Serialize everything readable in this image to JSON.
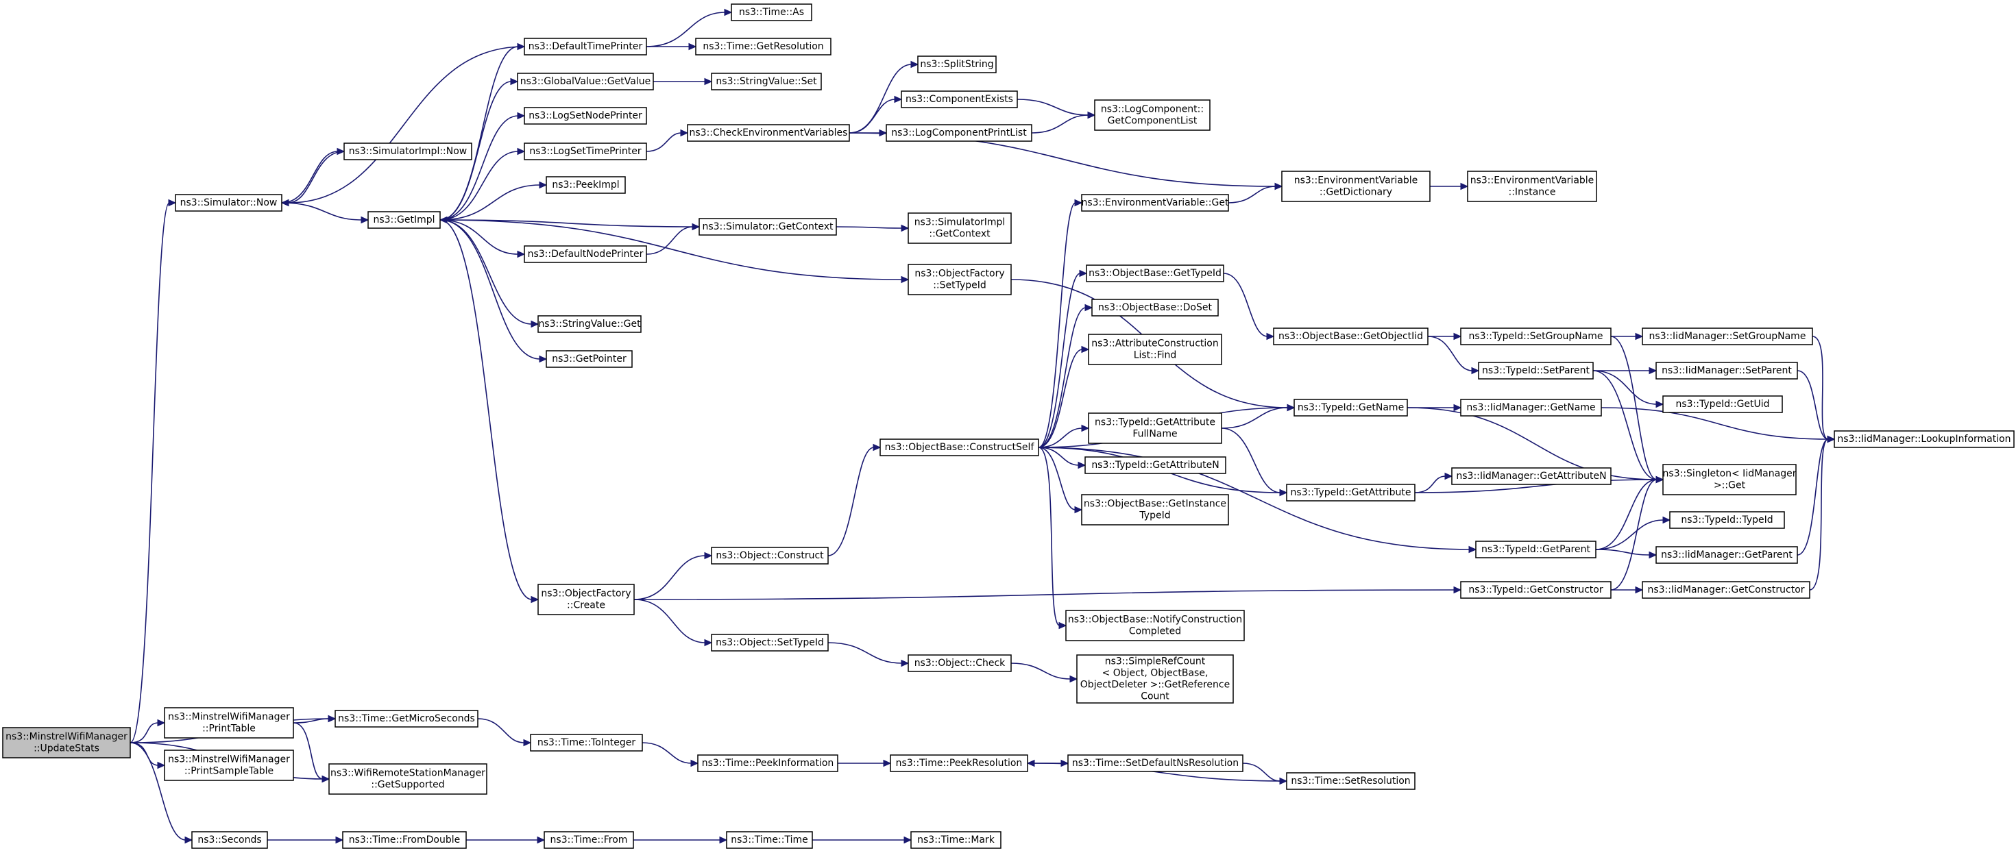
{
  "diagram": {
    "type": "call-graph",
    "colors": {
      "edge": "#191970",
      "root_fill": "#bfbfbf",
      "node_fill": "#ffffff",
      "node_border": "#000000"
    },
    "nodes": [
      {
        "id": "root",
        "lines": [
          "ns3::MinstrelWifiManager",
          "::UpdateStats"
        ],
        "root": true
      },
      {
        "id": "simnow",
        "lines": [
          "ns3::Simulator::Now"
        ]
      },
      {
        "id": "printtable",
        "lines": [
          "ns3::MinstrelWifiManager",
          "::PrintTable"
        ]
      },
      {
        "id": "printsample",
        "lines": [
          "ns3::MinstrelWifiManager",
          "::PrintSampleTable"
        ]
      },
      {
        "id": "seconds",
        "lines": [
          "ns3::Seconds"
        ]
      },
      {
        "id": "simimplnow",
        "lines": [
          "ns3::SimulatorImpl::Now"
        ]
      },
      {
        "id": "getimpl",
        "lines": [
          "ns3::GetImpl"
        ]
      },
      {
        "id": "defaulttimeprinter",
        "lines": [
          "ns3::DefaultTimePrinter"
        ]
      },
      {
        "id": "globalgetvalue",
        "lines": [
          "ns3::GlobalValue::GetValue"
        ]
      },
      {
        "id": "logsetnodeprinter",
        "lines": [
          "ns3::LogSetNodePrinter"
        ]
      },
      {
        "id": "logsettimeprinter",
        "lines": [
          "ns3::LogSetTimePrinter"
        ]
      },
      {
        "id": "peekimpl",
        "lines": [
          "ns3::PeekImpl"
        ]
      },
      {
        "id": "defaultnodeprinter",
        "lines": [
          "ns3::DefaultNodePrinter"
        ]
      },
      {
        "id": "stringvalueget",
        "lines": [
          "ns3::StringValue::Get"
        ]
      },
      {
        "id": "getpointer",
        "lines": [
          "ns3::GetPointer"
        ]
      },
      {
        "id": "ofcreate",
        "lines": [
          "ns3::ObjectFactory",
          "::Create"
        ]
      },
      {
        "id": "getmicro",
        "lines": [
          "ns3::Time::GetMicroSeconds"
        ]
      },
      {
        "id": "getsupported",
        "lines": [
          "ns3::WifiRemoteStationManager",
          "::GetSupported"
        ]
      },
      {
        "id": "timeas",
        "lines": [
          "ns3::Time::As"
        ]
      },
      {
        "id": "timegetres",
        "lines": [
          "ns3::Time::GetResolution"
        ]
      },
      {
        "id": "stringvalueset",
        "lines": [
          "ns3::StringValue::Set"
        ]
      },
      {
        "id": "checkenv",
        "lines": [
          "ns3::CheckEnvironmentVariables"
        ]
      },
      {
        "id": "simgetcontext",
        "lines": [
          "ns3::Simulator::GetContext"
        ]
      },
      {
        "id": "ofsettypeid",
        "lines": [
          "ns3::ObjectFactory",
          "::SetTypeId"
        ]
      },
      {
        "id": "objconstruct",
        "lines": [
          "ns3::Object::Construct"
        ]
      },
      {
        "id": "objsettypeid",
        "lines": [
          "ns3::Object::SetTypeId"
        ]
      },
      {
        "id": "toint",
        "lines": [
          "ns3::Time::ToInteger"
        ]
      },
      {
        "id": "fromdouble",
        "lines": [
          "ns3::Time::FromDouble"
        ]
      },
      {
        "id": "splitstring",
        "lines": [
          "ns3::SplitString"
        ]
      },
      {
        "id": "compexists",
        "lines": [
          "ns3::ComponentExists"
        ]
      },
      {
        "id": "logcompprint",
        "lines": [
          "ns3::LogComponentPrintList"
        ]
      },
      {
        "id": "simimplgetcontext",
        "lines": [
          "ns3::SimulatorImpl",
          "::GetContext"
        ]
      },
      {
        "id": "constructself",
        "lines": [
          "ns3::ObjectBase::ConstructSelf"
        ]
      },
      {
        "id": "objcheck",
        "lines": [
          "ns3::Object::Check"
        ]
      },
      {
        "id": "peekinfo",
        "lines": [
          "ns3::Time::PeekInformation"
        ]
      },
      {
        "id": "timefrom",
        "lines": [
          "ns3::Time::From"
        ]
      },
      {
        "id": "timetime",
        "lines": [
          "ns3::Time::Time"
        ]
      },
      {
        "id": "timemark",
        "lines": [
          "ns3::Time::Mark"
        ]
      },
      {
        "id": "peekres",
        "lines": [
          "ns3::Time::PeekResolution"
        ]
      },
      {
        "id": "getcomplist",
        "lines": [
          "ns3::LogComponent::",
          "GetComponentList"
        ]
      },
      {
        "id": "envget",
        "lines": [
          "ns3::EnvironmentVariable::Get"
        ]
      },
      {
        "id": "envgetdict",
        "lines": [
          "ns3::EnvironmentVariable",
          "::GetDictionary"
        ]
      },
      {
        "id": "envinstance",
        "lines": [
          "ns3::EnvironmentVariable",
          "::Instance"
        ]
      },
      {
        "id": "obgettypeid",
        "lines": [
          "ns3::ObjectBase::GetTypeId"
        ]
      },
      {
        "id": "obdoset",
        "lines": [
          "ns3::ObjectBase::DoSet"
        ]
      },
      {
        "id": "attrfind",
        "lines": [
          "ns3::AttributeConstruction",
          "List::Find"
        ]
      },
      {
        "id": "tidgetattrfull",
        "lines": [
          "ns3::TypeId::GetAttribute",
          "FullName"
        ]
      },
      {
        "id": "tidgetattrn",
        "lines": [
          "ns3::TypeId::GetAttributeN"
        ]
      },
      {
        "id": "obgetinstance",
        "lines": [
          "ns3::ObjectBase::GetInstance",
          "TypeId"
        ]
      },
      {
        "id": "obnotify",
        "lines": [
          "ns3::ObjectBase::NotifyConstruction",
          "Completed"
        ]
      },
      {
        "id": "simplerefcount",
        "lines": [
          "ns3::SimpleRefCount",
          "< Object, ObjectBase,",
          "ObjectDeleter >::GetReference",
          "Count"
        ]
      },
      {
        "id": "setdefaultres",
        "lines": [
          "ns3::Time::SetDefaultNsResolution"
        ]
      },
      {
        "id": "setres",
        "lines": [
          "ns3::Time::SetResolution"
        ]
      },
      {
        "id": "obgetobjtid",
        "lines": [
          "ns3::ObjectBase::GetObjectIid"
        ]
      },
      {
        "id": "tidgetname",
        "lines": [
          "ns3::TypeId::GetName"
        ]
      },
      {
        "id": "tidgetattr",
        "lines": [
          "ns3::TypeId::GetAttribute"
        ]
      },
      {
        "id": "tidgetparent",
        "lines": [
          "ns3::TypeId::GetParent"
        ]
      },
      {
        "id": "tidgetconstructor",
        "lines": [
          "ns3::TypeId::GetConstructor"
        ]
      },
      {
        "id": "tidsetgroupname",
        "lines": [
          "ns3::TypeId::SetGroupName"
        ]
      },
      {
        "id": "tidsetparent",
        "lines": [
          "ns3::TypeId::SetParent"
        ]
      },
      {
        "id": "iidgetname",
        "lines": [
          "ns3::IidManager::GetName"
        ]
      },
      {
        "id": "iidgetattrn",
        "lines": [
          "ns3::IidManager::GetAttributeN"
        ]
      },
      {
        "id": "singletonget",
        "lines": [
          "ns3::Singleton< IidManager",
          ">::Get"
        ]
      },
      {
        "id": "tidtypeid",
        "lines": [
          "ns3::TypeId::TypeId"
        ]
      },
      {
        "id": "iidgetparent",
        "lines": [
          "ns3::IidManager::GetParent"
        ]
      },
      {
        "id": "iidgetconstructor",
        "lines": [
          "ns3::IidManager::GetConstructor"
        ]
      },
      {
        "id": "iidsetgroupname",
        "lines": [
          "ns3::IidManager::SetGroupName"
        ]
      },
      {
        "id": "iidsetparent",
        "lines": [
          "ns3::IidManager::SetParent"
        ]
      },
      {
        "id": "tidgetuid",
        "lines": [
          "ns3::TypeId::GetUid"
        ]
      },
      {
        "id": "iidlookup",
        "lines": [
          "ns3::IidManager::LookupInformation"
        ]
      }
    ],
    "edges": [
      [
        "root",
        "simnow"
      ],
      [
        "root",
        "printtable"
      ],
      [
        "root",
        "getmicro"
      ],
      [
        "root",
        "printsample"
      ],
      [
        "root",
        "getsupported"
      ],
      [
        "root",
        "seconds"
      ],
      [
        "simnow",
        "simimplnow"
      ],
      [
        "simnow",
        "getimpl"
      ],
      [
        "simimplnow",
        "simnow"
      ],
      [
        "getimpl",
        "defaulttimeprinter"
      ],
      [
        "getimpl",
        "globalgetvalue"
      ],
      [
        "getimpl",
        "logsetnodeprinter"
      ],
      [
        "getimpl",
        "logsettimeprinter"
      ],
      [
        "getimpl",
        "peekimpl"
      ],
      [
        "getimpl",
        "defaultnodeprinter"
      ],
      [
        "getimpl",
        "stringvalueget"
      ],
      [
        "getimpl",
        "getpointer"
      ],
      [
        "getimpl",
        "ofsettypeid"
      ],
      [
        "getimpl",
        "ofcreate"
      ],
      [
        "defaulttimeprinter",
        "simnow"
      ],
      [
        "defaulttimeprinter",
        "timeas"
      ],
      [
        "defaulttimeprinter",
        "timegetres"
      ],
      [
        "globalgetvalue",
        "stringvalueset"
      ],
      [
        "logsettimeprinter",
        "checkenv"
      ],
      [
        "defaultnodeprinter",
        "simgetcontext"
      ],
      [
        "simgetcontext",
        "getimpl"
      ],
      [
        "simgetcontext",
        "simimplgetcontext"
      ],
      [
        "checkenv",
        "splitstring"
      ],
      [
        "checkenv",
        "compexists"
      ],
      [
        "checkenv",
        "logcompprint"
      ],
      [
        "checkenv",
        "envgetdict"
      ],
      [
        "compexists",
        "getcomplist"
      ],
      [
        "logcompprint",
        "getcomplist"
      ],
      [
        "ofsettypeid",
        "tidgetname"
      ],
      [
        "ofcreate",
        "objconstruct"
      ],
      [
        "ofcreate",
        "objsettypeid"
      ],
      [
        "ofcreate",
        "tidgetconstructor"
      ],
      [
        "objconstruct",
        "constructself"
      ],
      [
        "objsettypeid",
        "objcheck"
      ],
      [
        "objcheck",
        "simplerefcount"
      ],
      [
        "printtable",
        "getmicro"
      ],
      [
        "printtable",
        "getsupported"
      ],
      [
        "getmicro",
        "toint"
      ],
      [
        "toint",
        "peekinfo"
      ],
      [
        "peekinfo",
        "peekres"
      ],
      [
        "peekres",
        "setdefaultres"
      ],
      [
        "setdefaultres",
        "setres"
      ],
      [
        "setres",
        "peekres"
      ],
      [
        "seconds",
        "fromdouble"
      ],
      [
        "fromdouble",
        "timefrom"
      ],
      [
        "timefrom",
        "timetime"
      ],
      [
        "timetime",
        "timemark"
      ],
      [
        "envget",
        "envgetdict"
      ],
      [
        "envgetdict",
        "envinstance"
      ],
      [
        "constructself",
        "envget"
      ],
      [
        "constructself",
        "obgettypeid"
      ],
      [
        "constructself",
        "obdoset"
      ],
      [
        "constructself",
        "attrfind"
      ],
      [
        "constructself",
        "tidgetname"
      ],
      [
        "constructself",
        "tidgetattrfull"
      ],
      [
        "constructself",
        "tidgetattrn"
      ],
      [
        "constructself",
        "obgetinstance"
      ],
      [
        "constructself",
        "tidgetattr"
      ],
      [
        "constructself",
        "tidgetparent"
      ],
      [
        "constructself",
        "obnotify"
      ],
      [
        "obgettypeid",
        "obgetobjtid"
      ],
      [
        "obgetobjtid",
        "tidsetgroupname"
      ],
      [
        "obgetobjtid",
        "tidsetparent"
      ],
      [
        "tidgetattrfull",
        "tidgetname"
      ],
      [
        "tidgetattrfull",
        "tidgetattr"
      ],
      [
        "tidgetname",
        "iidgetname"
      ],
      [
        "tidgetname",
        "singletonget"
      ],
      [
        "tidgetattr",
        "iidgetattrn"
      ],
      [
        "tidgetattr",
        "singletonget"
      ],
      [
        "tidgetparent",
        "singletonget"
      ],
      [
        "tidgetparent",
        "tidtypeid"
      ],
      [
        "tidgetparent",
        "iidgetparent"
      ],
      [
        "tidgetconstructor",
        "singletonget"
      ],
      [
        "tidgetconstructor",
        "iidgetconstructor"
      ],
      [
        "tidsetgroupname",
        "iidsetgroupname"
      ],
      [
        "tidsetgroupname",
        "singletonget"
      ],
      [
        "tidsetparent",
        "iidsetparent"
      ],
      [
        "tidsetparent",
        "tidgetuid"
      ],
      [
        "tidsetparent",
        "singletonget"
      ],
      [
        "iidgetname",
        "iidlookup"
      ],
      [
        "iidgetparent",
        "iidlookup"
      ],
      [
        "iidgetconstructor",
        "iidlookup"
      ],
      [
        "iidsetgroupname",
        "iidlookup"
      ],
      [
        "iidsetparent",
        "iidlookup"
      ]
    ]
  }
}
